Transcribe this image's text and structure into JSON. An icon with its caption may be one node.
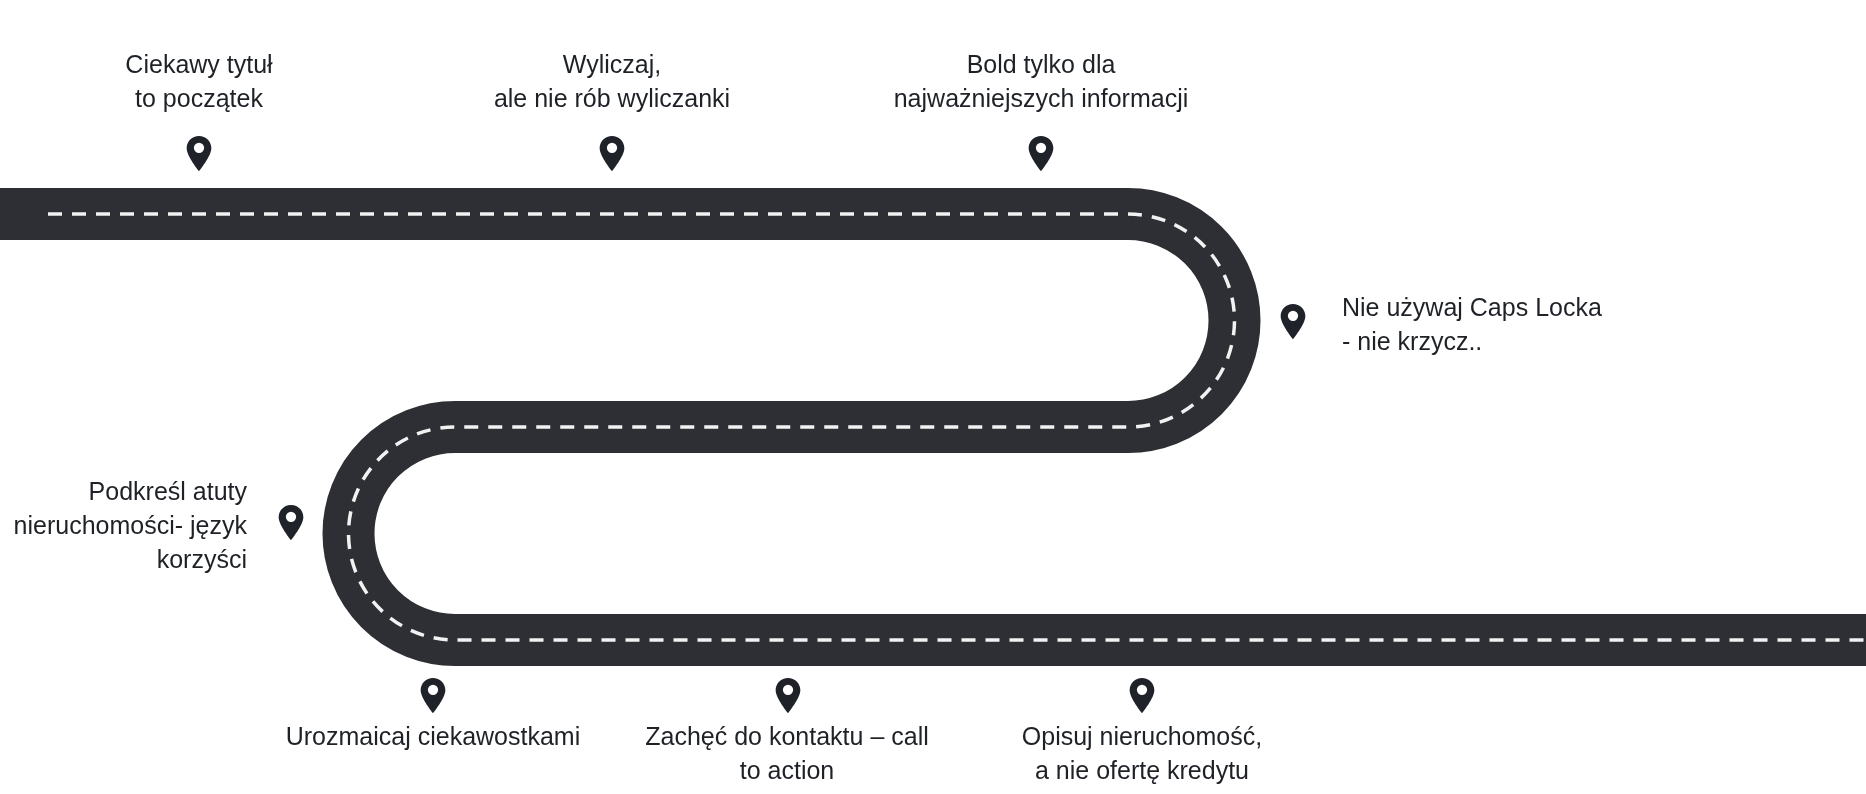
{
  "diagram": {
    "labels": [
      "Ciekawy tytuł to początek",
      "Wyliczaj, ale nie rób wyliczanki",
      "Bold tylko dla najważniejszych informacji",
      "Nie używaj Caps Locka - nie krzycz..",
      "Podkreśl atuty nieruchomości- język korzyści",
      "Urozmaicaj ciekawostkami",
      "Zachęć do kontaktu – call to action",
      "Opisuj nieruchomość, a nie ofertę kredytu"
    ]
  }
}
